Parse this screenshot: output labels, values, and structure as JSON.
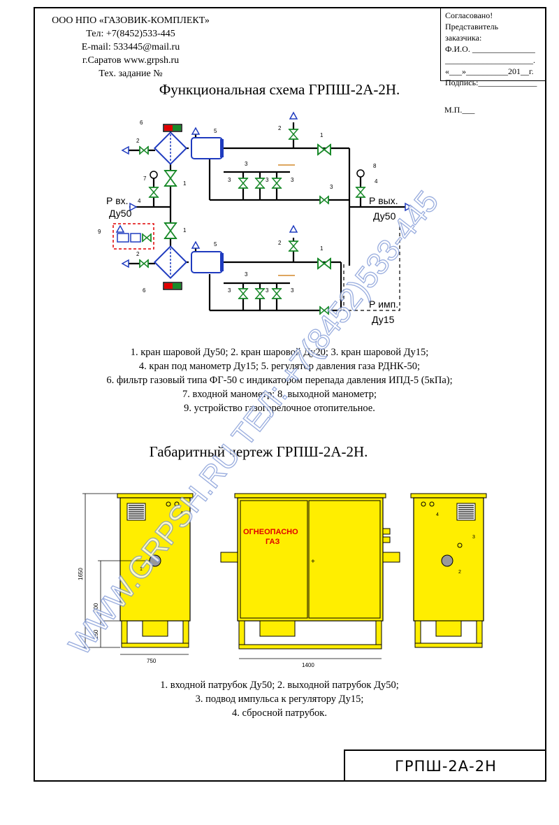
{
  "header": {
    "company_lines": [
      "ООО НПО «ГАЗОВИК-КОМПЛЕКТ»",
      "Тел: +7(8452)533-445",
      "E-mail: 533445@mail.ru",
      "г.Саратов  www.grpsh.ru",
      "Тех. задание №"
    ],
    "approval_lines": [
      "Согласовано!",
      "Представитель",
      "заказчика:",
      "Ф.И.О. _______________",
      "_____________________.",
      "«___»__________201__г.",
      "Подпись:______________"
    ],
    "stamp": "М.П.___"
  },
  "scheme": {
    "title": "Функциональная схема ГРПШ-2А-2Н.",
    "inlet_label_1": "Р вх.",
    "inlet_label_2": "Ду50",
    "outlet_label_1": "Р вых.",
    "outlet_label_2": "Ду50",
    "imp_label_1": "Р имп.",
    "imp_label_2": "Ду15",
    "legend": [
      "1. кран шаровой Ду50; 2. кран шаровой Ду20; 3. кран шаровой Ду15;",
      "4. кран под манометр Ду15; 5. регулятор давления газа РДНК-50;",
      "6. фильтр газовый типа ФГ-50 с индикатором перепада давления ИПД-5 (5кПа);",
      "7. входной манометр; 8. выходной манометр;",
      "9. устройство газогорелочное отопительное."
    ]
  },
  "drawing": {
    "title": "Габаритный чертеж ГРПШ-2А-2Н.",
    "warning_1": "ОГНЕОПАСНО",
    "warning_2": "ГАЗ",
    "dim_height": "1650",
    "dim_mid": "900",
    "dim_low": "250",
    "dim_width_side": "750",
    "dim_width_front": "1400",
    "legend": [
      "1. входной патрубок Ду50; 2. выходной патрубок Ду50;",
      "3. подвод импульса к регулятору Ду15;",
      "4. сбросной патрубок."
    ]
  },
  "title_block": "ГРПШ-2А-2Н",
  "watermark": "WWW.GRPSH.RU ТЕЛ: +7(8452)533-445",
  "colors": {
    "cabinet": "#ffee00",
    "valve": "#1a8a2a",
    "regulator": "#1f3bbf",
    "warning": "#e00000",
    "watermark": "#9fb3e0"
  }
}
